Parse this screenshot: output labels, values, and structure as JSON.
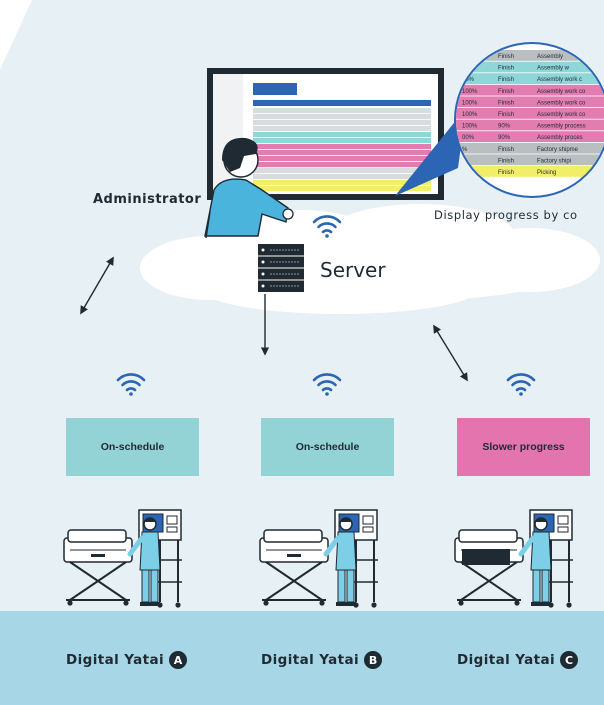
{
  "administrator_label": "Administrator",
  "display_label": "Display progress by co",
  "server_label": "Server",
  "zoom_table": {
    "rows": [
      {
        "pct": "",
        "status": "Finish",
        "task": "Assembly",
        "color": "#b9bec1"
      },
      {
        "pct": "%",
        "status": "Finish",
        "task": "Assembly w",
        "color": "#8fd6d8"
      },
      {
        "pct": "00%",
        "status": "Finish",
        "task": "Assembly work c",
        "color": "#8fd6d8"
      },
      {
        "pct": "100%",
        "status": "Finish",
        "task": "Assembly work co",
        "color": "#e37cb0"
      },
      {
        "pct": "100%",
        "status": "Finish",
        "task": "Assembly work co",
        "color": "#e37cb0"
      },
      {
        "pct": "100%",
        "status": "Finish",
        "task": "Assembly work co",
        "color": "#e37cb0"
      },
      {
        "pct": "100%",
        "status": "90%",
        "task": "Assembly process",
        "color": "#e37cb0"
      },
      {
        "pct": "00%",
        "status": "90%",
        "task": "Assembly proces",
        "color": "#e37cb0"
      },
      {
        "pct": "%",
        "status": "Finish",
        "task": "Factory shipme",
        "color": "#b9bec1"
      },
      {
        "pct": "",
        "status": "Finish",
        "task": "Factory shipi",
        "color": "#b9bec1"
      },
      {
        "pct": "",
        "status": "Finish",
        "task": "Picking",
        "color": "#f3ee67"
      }
    ]
  },
  "stations": [
    {
      "status": "On-schedule",
      "status_color": "#93d3d6",
      "name": "Digital Yatai",
      "badge": "A"
    },
    {
      "status": "On-schedule",
      "status_color": "#93d3d6",
      "name": "Digital Yatai",
      "badge": "B"
    },
    {
      "status": "Slower progress",
      "status_color": "#e374ae",
      "name": "Digital Yatai",
      "badge": "C"
    }
  ],
  "colors": {
    "background": "#e7f0f4",
    "floor": "#a7d6e6",
    "cloud": "#ffffff",
    "accent_blue": "#2b65b3",
    "ink": "#1f2a33"
  },
  "icons": [
    "wifi-icon",
    "server-rack-icon",
    "monitor-icon",
    "administrator-figure",
    "worker-figure",
    "printer-machine-icon",
    "terminal-cart-icon"
  ]
}
